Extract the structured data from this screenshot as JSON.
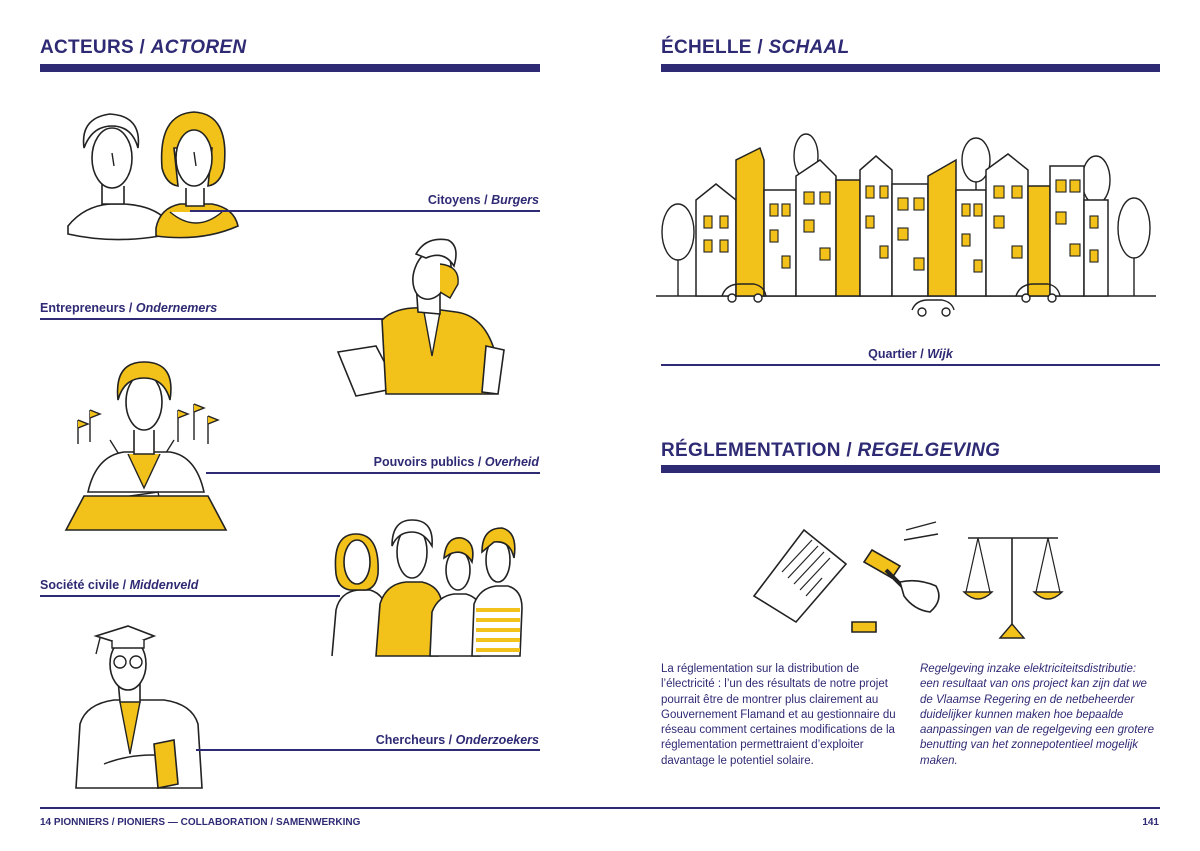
{
  "left": {
    "heading": {
      "main": "ACTEURS / ",
      "italic": "ACTOREN"
    },
    "actors": [
      {
        "fr": "Citoyens / ",
        "nl": "Burgers"
      },
      {
        "fr": "Entrepreneurs / ",
        "nl": "Ondernemers"
      },
      {
        "fr": "Pouvoirs publics / ",
        "nl": "Overheid"
      },
      {
        "fr": "Société civile / ",
        "nl": "Middenveld"
      },
      {
        "fr": "Chercheurs / ",
        "nl": "Onderzoekers"
      }
    ]
  },
  "right": {
    "scale": {
      "heading": {
        "main": "ÉCHELLE / ",
        "italic": "SCHAAL"
      },
      "caption": {
        "fr": "Quartier / ",
        "nl": "Wijk"
      }
    },
    "regulation": {
      "heading": {
        "main": "RÉGLEMENTATION / ",
        "italic": "REGELGEVING"
      },
      "text_fr": "La réglementation sur la distribution de l’électricité : l’un des résultats de notre projet pourrait être de montrer plus clairement au Gouvernement Flamand et au gestionnaire du réseau comment certaines modifications de la réglementation permettraient d’exploiter davantage le potentiel solaire.",
      "text_nl": "Regelgeving inzake elektriciteitsdistributie: een resultaat van ons project kan zijn dat we de Vlaamse Regering en de netbeheerder duidelijker kunnen maken hoe bepaalde aanpassingen van de regelgeving een grotere benutting van het zonnepotentieel mogelijk maken."
    }
  },
  "footer": {
    "left": "14 PIONNIERS / PIONIERS — COLLABORATION / SAMENWERKING",
    "page_number": "141"
  },
  "colors": {
    "navy": "#2e2a74",
    "yellow": "#f2c21b",
    "ink": "#222222"
  },
  "icons": [
    "citizens-illustration",
    "entrepreneur-illustration",
    "government-illustration",
    "civil-society-illustration",
    "researcher-illustration",
    "neighbourhood-illustration",
    "document-icon",
    "gavel-icon",
    "scales-icon"
  ]
}
